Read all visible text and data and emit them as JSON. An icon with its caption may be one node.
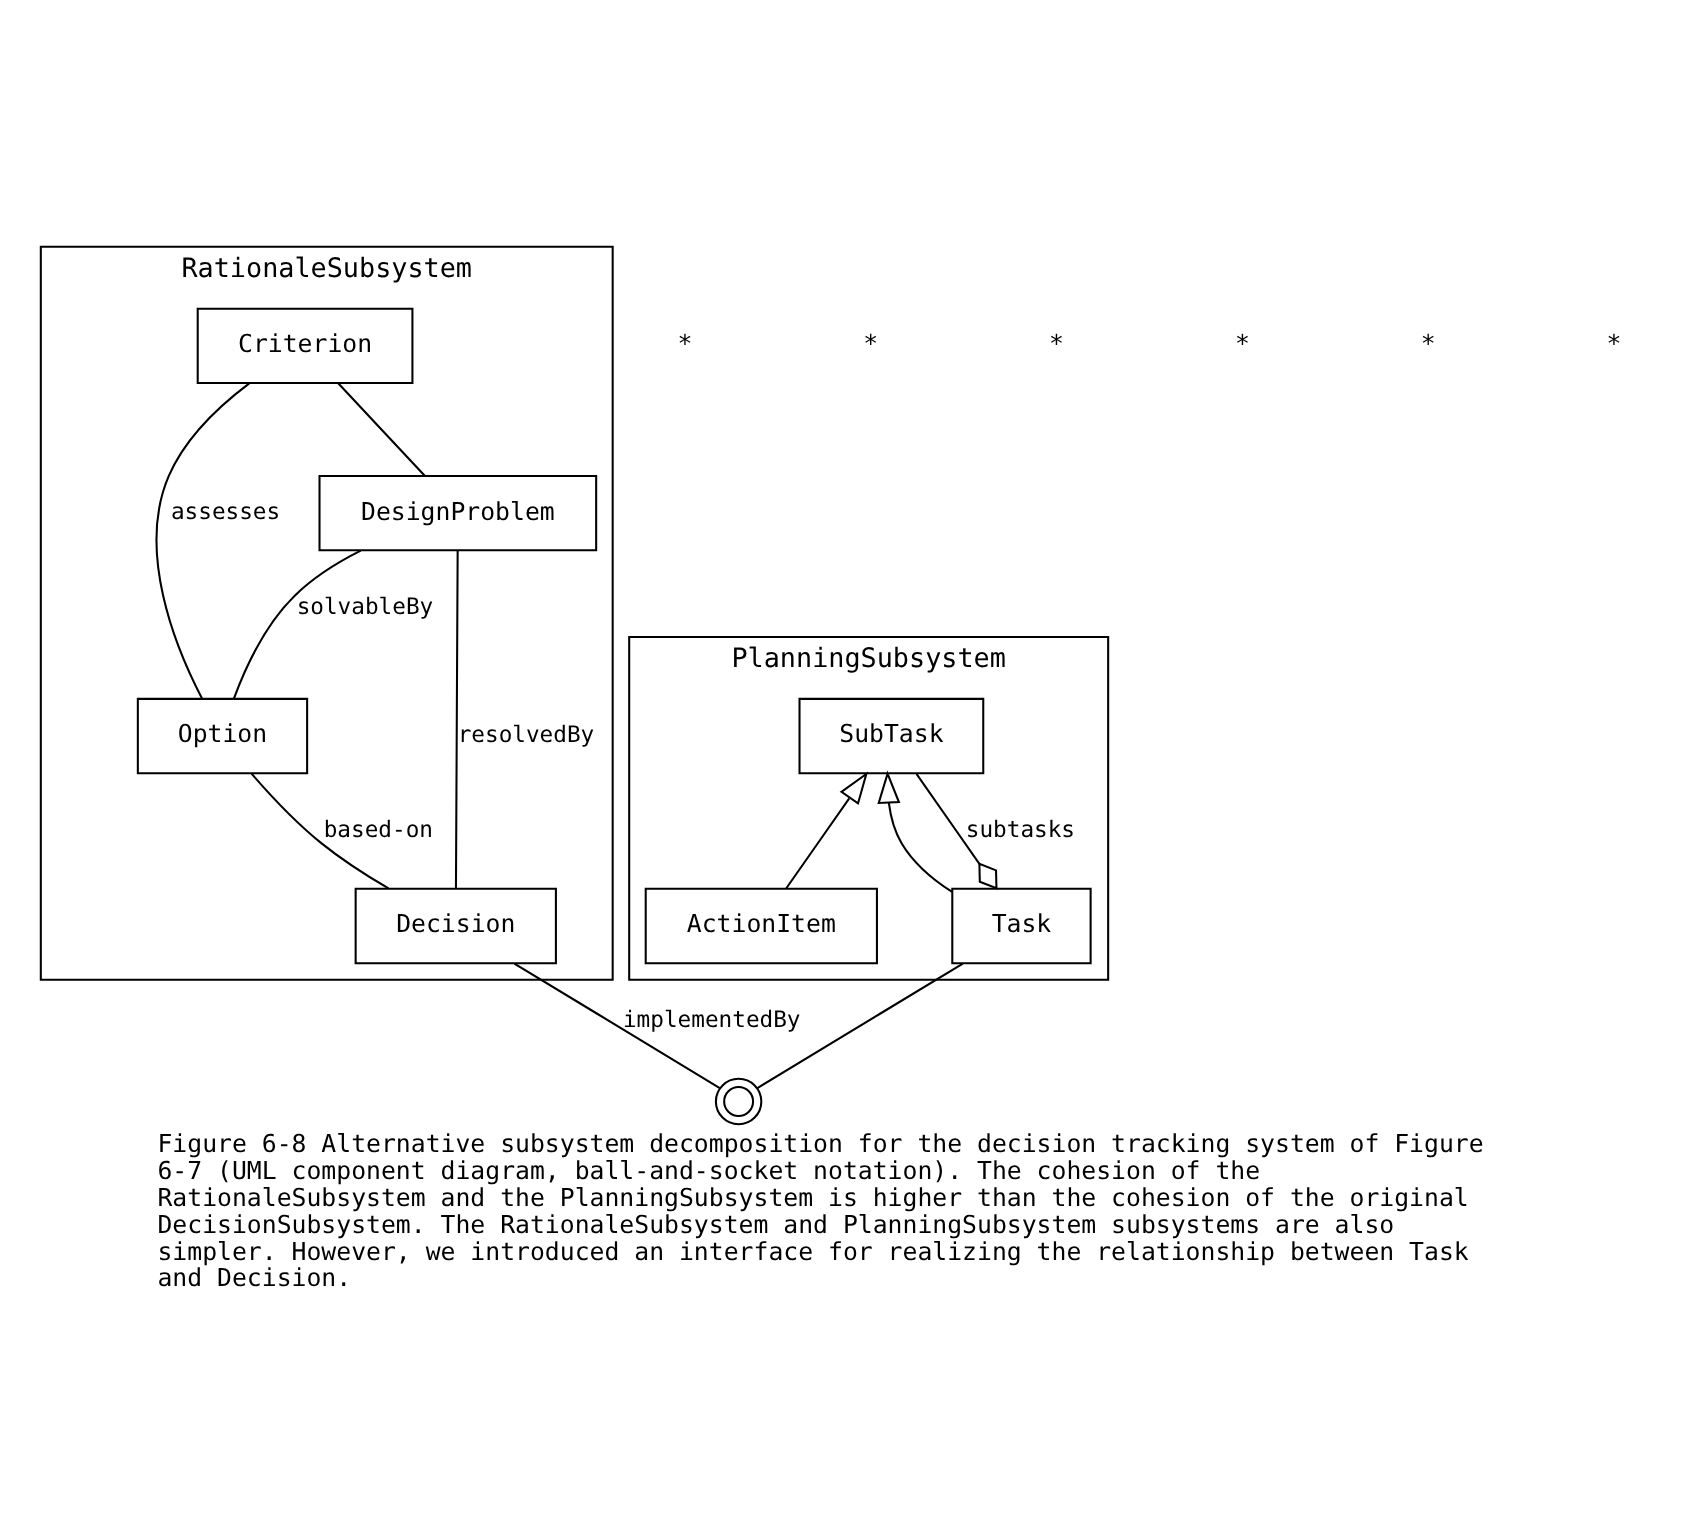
{
  "diagram": {
    "caption": "Figure 6-8 Alternative subsystem decomposition for the decision tracking system of Figure 6-7 (UML component diagram, ball-and-socket notation). The cohesion of the RationaleSubsystem and the PlanningSubsystem is higher than the cohesion of the original DecisionSubsystem. The RationaleSubsystem and PlanningSubsystem subsystems are also simpler. However, we introduced an interface for realizing the relationship between Task and Decision.",
    "nodes": [
      {
        "text": [
          "RationaleSubsystem"
        ]
      },
      {
        "text": [
          "Criterion"
        ],
        "in": 0
      },
      {
        "text": [
          "Option"
        ],
        "in": 0
      },
      {
        "text": [
          "DesignProblem"
        ],
        "in": 0
      },
      {
        "text": [
          "Decision"
        ],
        "in": 0
      },
      {
        "text": [
          "PlanningSubsystem"
        ]
      },
      {
        "text": [
          "SubTask"
        ],
        "in": 5
      },
      {
        "text": [
          "ActionItem"
        ],
        "in": 5
      },
      {
        "text": [
          "Task"
        ],
        "in": 5
      },
      {
        "text": [],
        "shape": "circle"
      }
    ],
    "edges": [
      {
        "from": 1,
        "to": 2,
        "arrow": "none",
        "label": "assesses"
      },
      {
        "from": 1,
        "to": 3,
        "arrow": "none"
      },
      {
        "from": 3,
        "to": 2,
        "arrow": "none",
        "label": "solvableBy"
      },
      {
        "from": 3,
        "to": 4,
        "arrow": "none",
        "label": "resolvedBy"
      },
      {
        "from": 2,
        "to": 4,
        "arrow": "none",
        "label": "based-on"
      },
      {
        "from": 4,
        "to": 9,
        "arrow": "none",
        "label": "implementedBy"
      },
      {
        "from": 7,
        "to": 6,
        "arrow": "to"
      },
      {
        "from": 8,
        "to": 6,
        "arrow": "to"
      },
      {
        "from": 8,
        "to": 6,
        "arrow": "other",
        "label": "subtasks"
      },
      {
        "from": 8,
        "to": 9,
        "arrow": "none"
      }
    ],
    "labels": [
      "*",
      "*",
      "*",
      "*",
      "*",
      "*"
    ]
  }
}
